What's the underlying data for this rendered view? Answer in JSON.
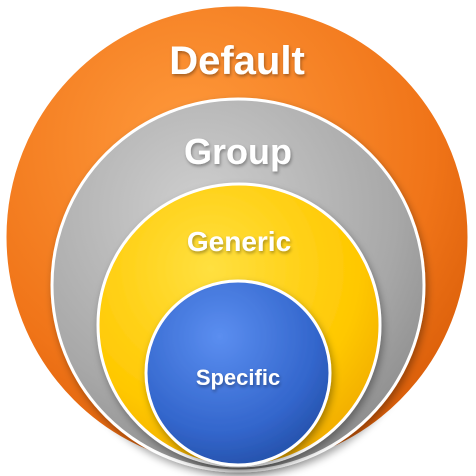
{
  "diagram": {
    "rings": [
      {
        "id": "default",
        "label": "Default",
        "color": "#f07418"
      },
      {
        "id": "group",
        "label": "Group",
        "color": "#a8a8a8"
      },
      {
        "id": "generic",
        "label": "Generic",
        "color": "#ffc800"
      },
      {
        "id": "specific",
        "label": "Specific",
        "color": "#3366cc"
      }
    ]
  }
}
